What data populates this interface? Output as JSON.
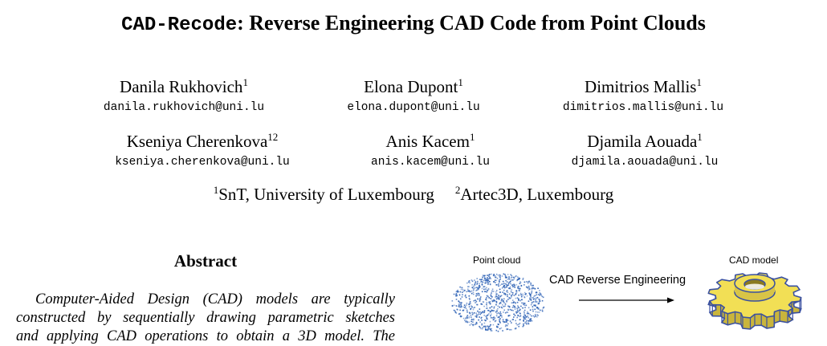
{
  "paper": {
    "title_mono": "CAD-Recode",
    "title_rest": ": Reverse Engineering CAD Code from Point Clouds"
  },
  "authors": [
    {
      "name": "Danila Rukhovich",
      "sup": "1",
      "email": "danila.rukhovich@uni.lu"
    },
    {
      "name": "Elona Dupont",
      "sup": "1",
      "email": "elona.dupont@uni.lu"
    },
    {
      "name": "Dimitrios Mallis",
      "sup": "1",
      "email": "dimitrios.mallis@uni.lu"
    },
    {
      "name": "Kseniya Cherenkova",
      "sup": "12",
      "email": "kseniya.cherenkova@uni.lu"
    },
    {
      "name": "Anis Kacem",
      "sup": "1",
      "email": "anis.kacem@uni.lu"
    },
    {
      "name": "Djamila Aouada",
      "sup": "1",
      "email": "djamila.aouada@uni.lu"
    }
  ],
  "affiliations": [
    {
      "sup": "1",
      "text": "SnT, University of Luxembourg"
    },
    {
      "sup": "2",
      "text": "Artec3D, Luxembourg"
    }
  ],
  "abstract": {
    "heading": "Abstract",
    "lines": [
      "Computer-Aided Design (CAD) models are typically",
      "constructed by sequentially drawing parametric sketches",
      "and applying CAD operations to obtain a 3D model.  The"
    ]
  },
  "figure": {
    "left_label": "Point cloud",
    "right_label": "CAD model",
    "arrow_label": "CAD Reverse Engineering",
    "colors": {
      "points": "#2a5fb4",
      "gear_fill": "#f2df55",
      "gear_edge": "#3a50a0"
    }
  }
}
